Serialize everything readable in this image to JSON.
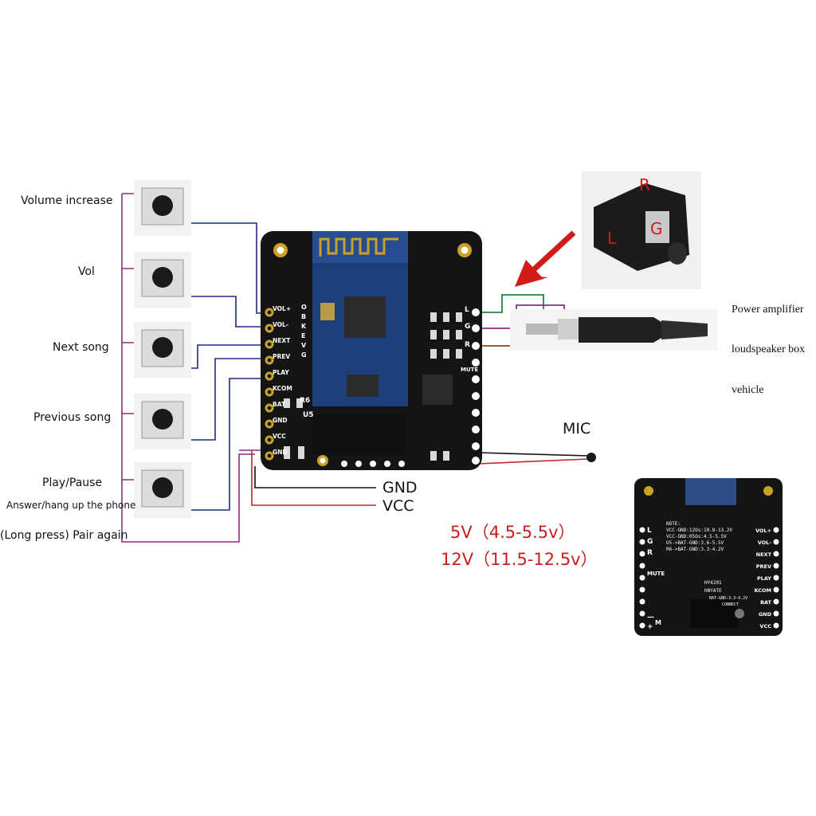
{
  "buttons": [
    {
      "label": "Volume increase"
    },
    {
      "label": "Vol"
    },
    {
      "label": "Next song"
    },
    {
      "label": "Previous song"
    },
    {
      "label": "Play/Pause"
    }
  ],
  "extra_labels": {
    "answer": "Answer/hang up the phone",
    "pair": "(Long press) Pair again"
  },
  "board_pins_left": [
    "VOL+",
    "VOL-",
    "NEXT",
    "PREV",
    "PLAY",
    "KCOM",
    "BAT",
    "GND",
    "VCC",
    "GND"
  ],
  "board_pins_right": [
    "L",
    "G",
    "R",
    "MUTE"
  ],
  "board_chip_letters": [
    "O",
    "B",
    "K",
    "E",
    "V",
    "G"
  ],
  "board_marks": {
    "r6": "R6",
    "u5": "U5"
  },
  "jack_letters": {
    "r": "R",
    "g": "G",
    "l": "L"
  },
  "outputs": [
    "Power amplifier",
    "loudspeaker box",
    "vehicle"
  ],
  "mic": "MIC",
  "power": {
    "gnd": "GND",
    "vcc": "VCC"
  },
  "voltages": [
    "5V（4.5-5.5v）",
    "12V（11.5-12.5v）"
  ],
  "back_board": {
    "left_pins": [
      "L",
      "G",
      "R",
      "MUTE",
      "—",
      "+"
    ],
    "right_pins": [
      "VOL+",
      "VOL-",
      "NEXT",
      "PREV",
      "PLAY",
      "KCOM",
      "BAT",
      "GND",
      "VCC",
      "GND"
    ],
    "note_lines": [
      "NOTE:",
      "VCC-GND:12Os:10.8-13.2V",
      "VCC-GND:05Os:4.5-5.5V",
      "U5->BAT-GND:3.6-5.5V",
      "R6->BAT-GND:3.3-4.2V"
    ],
    "model": "HY4201",
    "model2": "HNYATE",
    "bat_note": "BAT-GND:3.3-4.2V",
    "connect": "CONNECT",
    "m": "M"
  },
  "colors": {
    "wire_purple": "#8b2f7d",
    "wire_blue": "#1f2a80",
    "wire_red": "#c0282a",
    "wire_green": "#1e8a3a",
    "wire_brown": "#8a4a1c",
    "arrow_red": "#d11a1a",
    "voltage_red": "#c81e1e",
    "pcb": "#141414"
  }
}
